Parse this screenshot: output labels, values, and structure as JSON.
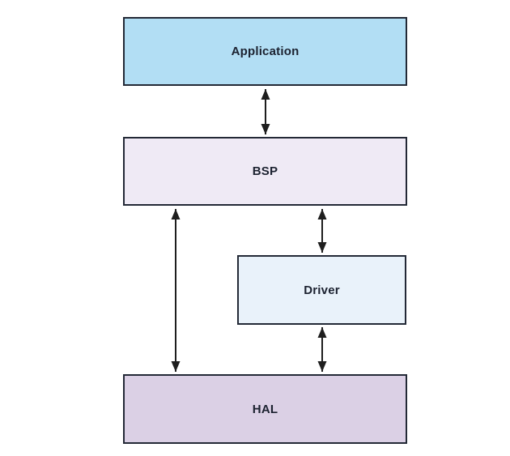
{
  "diagram": {
    "type": "layered-architecture",
    "nodes": [
      {
        "id": "application",
        "label": "Application",
        "fill": "#b2def4"
      },
      {
        "id": "bsp",
        "label": "BSP",
        "fill": "#efeaf5"
      },
      {
        "id": "driver",
        "label": "Driver",
        "fill": "#e9f2fa"
      },
      {
        "id": "hal",
        "label": "HAL",
        "fill": "#dbd0e5"
      }
    ],
    "connections": [
      {
        "from": "Application",
        "to": "BSP",
        "bidirectional": true
      },
      {
        "from": "BSP",
        "to": "HAL",
        "bidirectional": true
      },
      {
        "from": "BSP",
        "to": "Driver",
        "bidirectional": true
      },
      {
        "from": "Driver",
        "to": "HAL",
        "bidirectional": true
      }
    ],
    "colors": {
      "background": "#ffffff",
      "node_border": "#232936",
      "arrow": "#1e1e1e",
      "text": "#1c2230"
    }
  }
}
